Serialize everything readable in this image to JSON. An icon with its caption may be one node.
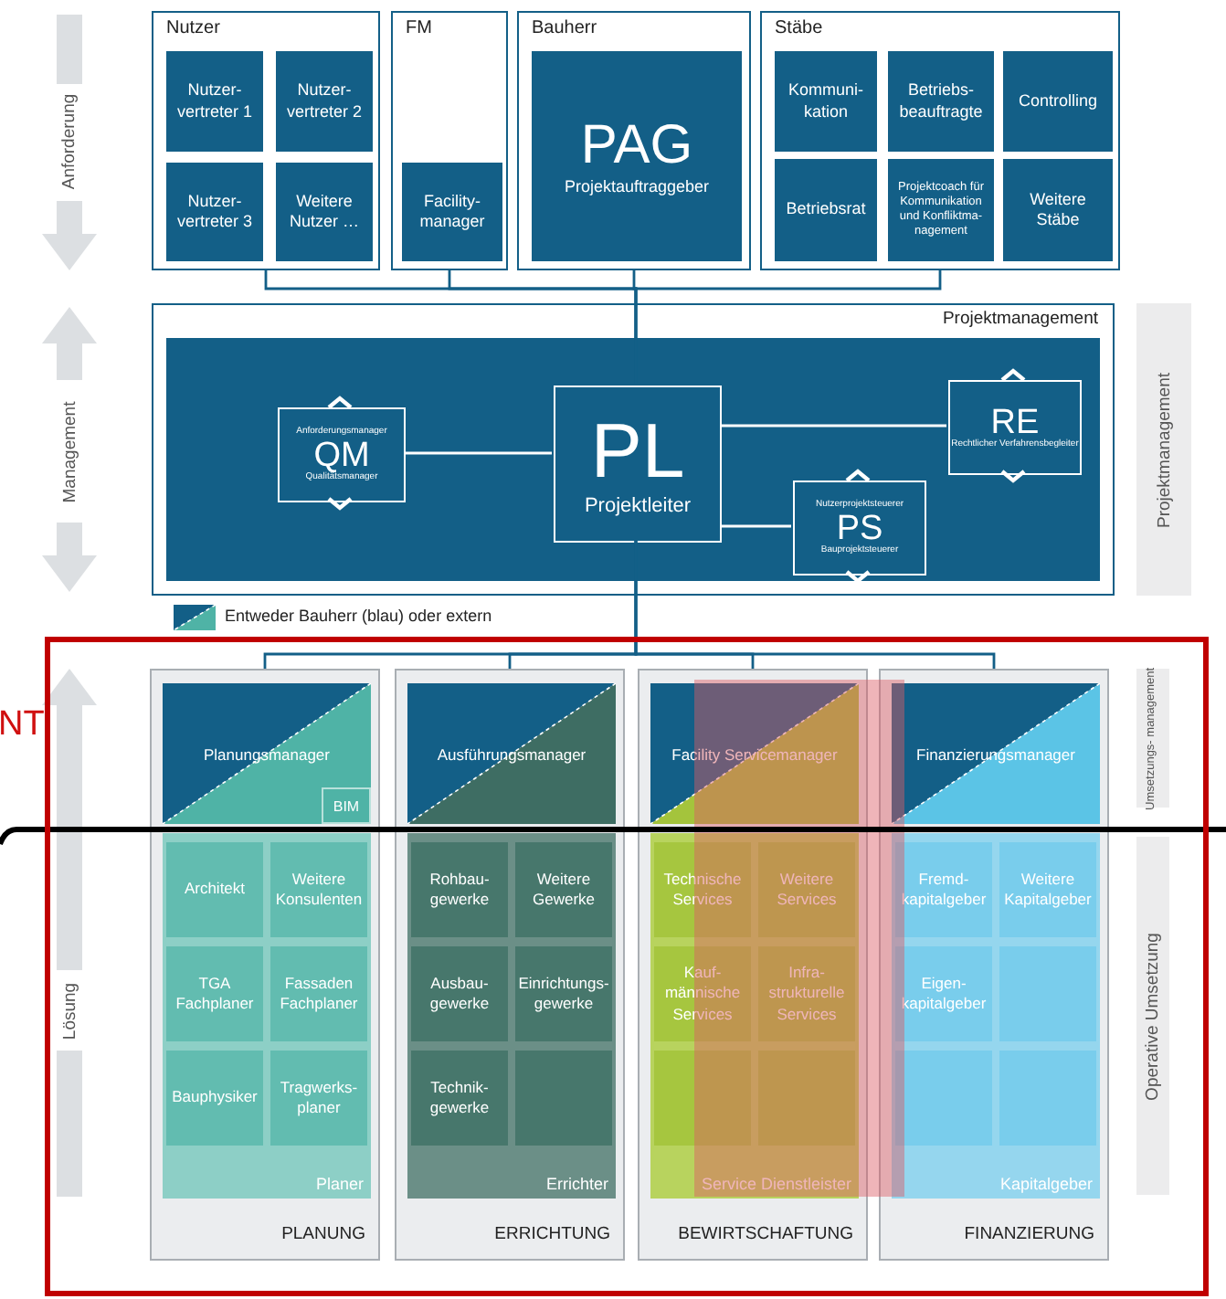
{
  "diagram": {
    "nodes": [
      {
        "text": [
          "Nutzer"
        ]
      },
      {
        "text": [
          "Nutzer- vertreter 1"
        ],
        "in": 0
      },
      {
        "text": [
          "Nutzer- vertreter 2"
        ],
        "in": 0
      },
      {
        "text": [
          "Nutzer- vertreter 3"
        ],
        "in": 0
      },
      {
        "text": [
          "Weitere Nutzer …"
        ],
        "in": 0
      },
      {
        "text": [
          "FM"
        ]
      },
      {
        "text": [
          "Facility- manager"
        ],
        "in": 5
      },
      {
        "text": [
          "Bauherr"
        ]
      },
      {
        "text": [
          "PAG",
          "Projektauftraggeber"
        ],
        "in": 7
      },
      {
        "text": [
          "Stäbe"
        ]
      },
      {
        "text": [
          "Kommuni- kation"
        ],
        "in": 9
      },
      {
        "text": [
          "Betriebs- beauftragte"
        ],
        "in": 9
      },
      {
        "text": [
          "Controlling"
        ],
        "in": 9
      },
      {
        "text": [
          "Betriebsrat"
        ],
        "in": 9
      },
      {
        "text": [
          "Projektcoach für Kommunikation und Konfliktma- nagement"
        ],
        "in": 9
      },
      {
        "text": [
          "Weitere Stäbe"
        ],
        "in": 9
      },
      {
        "text": [
          "Projektmanagement"
        ]
      },
      {
        "text": [
          "Anforderungsmanager",
          "QM",
          "Qualitätsmanager"
        ],
        "in": 16
      },
      {
        "text": [
          "PL",
          "Projektleiter"
        ],
        "in": 16
      },
      {
        "text": [
          "RE",
          "Rechtlicher Verfahrensbegleiter"
        ],
        "in": 16
      },
      {
        "text": [
          "Nutzerprojektsteuerer",
          "PS",
          "Bauprojektsteuerer"
        ],
        "in": 16
      },
      {
        "text": [
          "PLANUNG"
        ]
      },
      {
        "text": [
          "Planungsmanager"
        ],
        "in": 21
      },
      {
        "text": [
          "BIM"
        ],
        "in": 22
      },
      {
        "text": [
          "Planer"
        ],
        "in": 21
      },
      {
        "text": [
          "Architekt"
        ],
        "in": 24
      },
      {
        "text": [
          "Weitere Konsulenten"
        ],
        "in": 24
      },
      {
        "text": [
          "TGA Fachplaner"
        ],
        "in": 24
      },
      {
        "text": [
          "Fassaden Fachplaner"
        ],
        "in": 24
      },
      {
        "text": [
          "Bauphysiker"
        ],
        "in": 24
      },
      {
        "text": [
          "Tragwerks- planer"
        ],
        "in": 24
      },
      {
        "text": [
          "ERRICHTUNG"
        ]
      },
      {
        "text": [
          "Ausführungsmanager"
        ],
        "in": 31
      },
      {
        "text": [
          "Errichter"
        ],
        "in": 31
      },
      {
        "text": [
          "Rohbau- gewerke"
        ],
        "in": 33
      },
      {
        "text": [
          "Weitere Gewerke"
        ],
        "in": 33
      },
      {
        "text": [
          "Ausbau- gewerke"
        ],
        "in": 33
      },
      {
        "text": [
          "Einrichtungs- gewerke"
        ],
        "in": 33
      },
      {
        "text": [
          "Technik- gewerke"
        ],
        "in": 33
      },
      {
        "text": [],
        "shape": "box",
        "in": 33
      },
      {
        "text": [
          "BEWIRTSCHAFTUNG"
        ]
      },
      {
        "text": [
          "Facility Servicemanager"
        ],
        "in": 40
      },
      {
        "text": [
          "Service Dienstleister"
        ],
        "in": 40
      },
      {
        "text": [
          "Technische Services"
        ],
        "in": 42
      },
      {
        "text": [
          "Weitere Services"
        ],
        "in": 42
      },
      {
        "text": [
          "Kauf- männische Services"
        ],
        "in": 42
      },
      {
        "text": [
          "Infra- strukturelle Services"
        ],
        "in": 42
      },
      {
        "text": [],
        "shape": "box",
        "in": 42
      },
      {
        "text": [],
        "shape": "box",
        "in": 42
      },
      {
        "text": [
          "FINANZIERUNG"
        ]
      },
      {
        "text": [
          "Finanzierungsmanager"
        ],
        "in": 49
      },
      {
        "text": [
          "Kapitalgeber"
        ],
        "in": 49
      },
      {
        "text": [
          "Fremd- kapitalgeber"
        ],
        "in": 51
      },
      {
        "text": [
          "Weitere Kapitalgeber"
        ],
        "in": 51
      },
      {
        "text": [
          "Eigen- kapitalgeber"
        ],
        "in": 51
      },
      {
        "text": [],
        "shape": "box",
        "in": 51
      },
      {
        "text": [],
        "shape": "box",
        "in": 51
      },
      {
        "text": [],
        "shape": "box",
        "in": 51
      }
    ],
    "edges": [
      {
        "from": 0,
        "to": 18,
        "arrow": "none"
      },
      {
        "from": 5,
        "to": 18,
        "arrow": "none"
      },
      {
        "from": 7,
        "to": 18,
        "arrow": "none"
      },
      {
        "from": 9,
        "to": 18,
        "arrow": "none"
      },
      {
        "from": 18,
        "to": 17,
        "arrow": "none",
        "color": "#ffffff"
      },
      {
        "from": 18,
        "to": 19,
        "arrow": "none",
        "color": "#ffffff"
      },
      {
        "from": 18,
        "to": 20,
        "arrow": "none",
        "color": "#ffffff"
      },
      {
        "from": 18,
        "to": 21,
        "arrow": "none"
      },
      {
        "from": 18,
        "to": 31,
        "arrow": "none"
      },
      {
        "from": 18,
        "to": 40,
        "arrow": "none"
      },
      {
        "from": 18,
        "to": 49,
        "arrow": "none"
      }
    ],
    "labels": [
      "Anforderung",
      "Management",
      "Projektmanagement",
      "NT",
      "Umsetzungs- management",
      "Lösung",
      "Operative Umsetzung"
    ],
    "legend": [
      {
        "text": "Entweder Bauherr (blau) oder extern"
      }
    ]
  }
}
